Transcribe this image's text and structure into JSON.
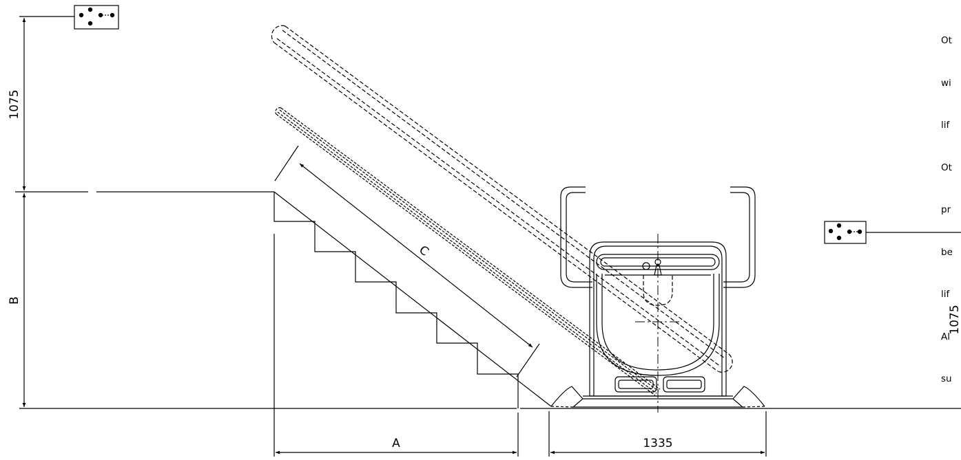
{
  "dimensions": {
    "top_height": "1075",
    "right_height": "1075",
    "rise": "B",
    "going": "A",
    "stair_length": "C",
    "lift_depth": "1335"
  },
  "note_lines": [
    "Ot",
    "wi",
    "lif",
    "Ot",
    "pr",
    "be",
    "lif",
    "Al",
    "su"
  ],
  "icons": [
    "socket-plate-icon",
    "socket-plate-icon"
  ]
}
